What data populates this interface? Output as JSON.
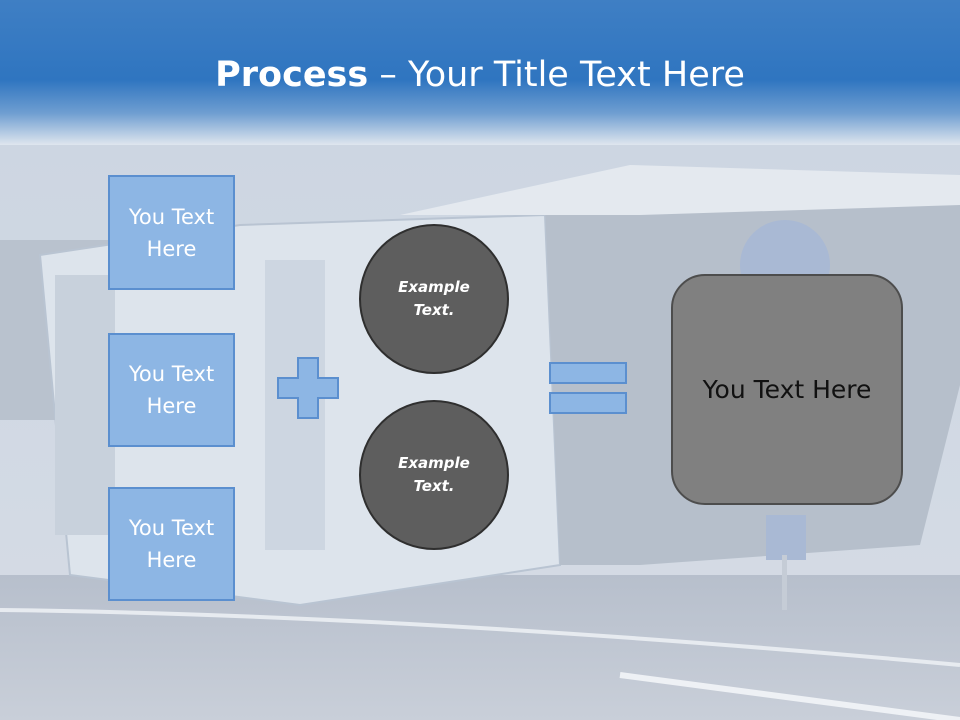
{
  "title": {
    "bold": "Process",
    "dash": " – ",
    "rest": "Your Title Text Here"
  },
  "left_boxes": [
    {
      "label": "You Text\nHere"
    },
    {
      "label": "You Text\nHere"
    },
    {
      "label": "You Text\nHere"
    }
  ],
  "circles": [
    {
      "label": "Example\nText."
    },
    {
      "label": "Example\nText."
    }
  ],
  "operators": {
    "plus": "plus-icon",
    "equals": "equals-icon"
  },
  "result": {
    "label": "You Text Here"
  },
  "colors": {
    "header": "#2f75c0",
    "box_fill": "#8db6e4",
    "box_border": "#5b8fcf",
    "circle_fill": "#5e5e5e",
    "result_fill": "#808080"
  }
}
